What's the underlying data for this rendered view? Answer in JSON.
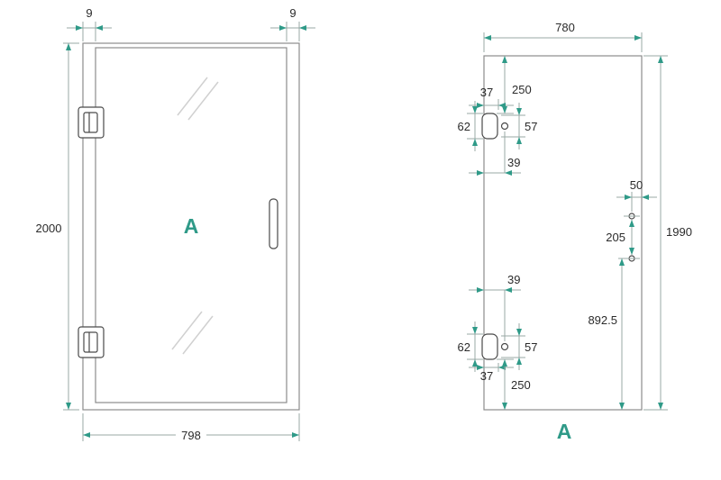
{
  "colors": {
    "accent": "#2F9A88",
    "dim-line": "#9aa8a4",
    "draw-line": "#8c8c8c",
    "detail-line": "#4a4a4a",
    "hatch-line": "#d0d0d0",
    "text": "#2b2b2b",
    "bg": "#ffffff"
  },
  "left_view": {
    "label": "A",
    "dims": {
      "frame_left": "9",
      "frame_right": "9",
      "height": "2000",
      "width": "798"
    }
  },
  "right_view": {
    "label": "A",
    "dims": {
      "width": "780",
      "height": "1990",
      "top_hinge_from_top": "250",
      "top_hinge_edge_offset": "37",
      "top_hinge_cutout_height": "62",
      "top_hinge_inner_height": "57",
      "top_hinge_center_offset": "39",
      "handle_edge_offset": "50",
      "handle_hole_spacing": "205",
      "handle_from_bottom": "892.5",
      "bottom_hinge_center_offset": "39",
      "bottom_hinge_cutout_height": "62",
      "bottom_hinge_inner_height": "57",
      "bottom_hinge_edge_offset": "37",
      "bottom_hinge_from_bottom": "250"
    }
  }
}
